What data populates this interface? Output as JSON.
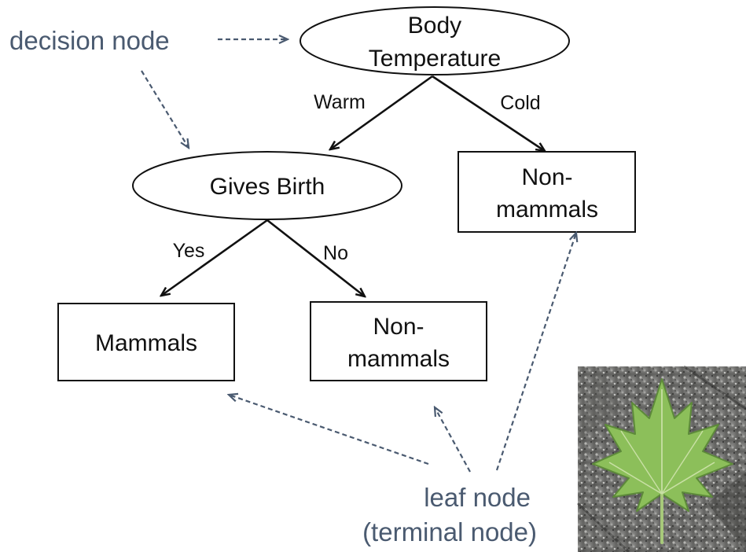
{
  "colors": {
    "annotation": "#4a5a70",
    "stroke": "#111111"
  },
  "nodes": {
    "root": {
      "line1": "Body",
      "line2": "Temperature"
    },
    "gives_birth": {
      "label": "Gives Birth"
    },
    "cold_leaf": {
      "line1": "Non-",
      "line2": "mammals"
    },
    "mammals_leaf": {
      "label": "Mammals"
    },
    "no_leaf": {
      "line1": "Non-",
      "line2": "mammals"
    }
  },
  "edges": {
    "warm": "Warm",
    "cold": "Cold",
    "yes": "Yes",
    "no": "No"
  },
  "annotations": {
    "decision": "decision node",
    "leaf_line1": "leaf node",
    "leaf_line2": "(terminal node)"
  },
  "photo": {
    "icon": "maple-leaf-icon"
  }
}
